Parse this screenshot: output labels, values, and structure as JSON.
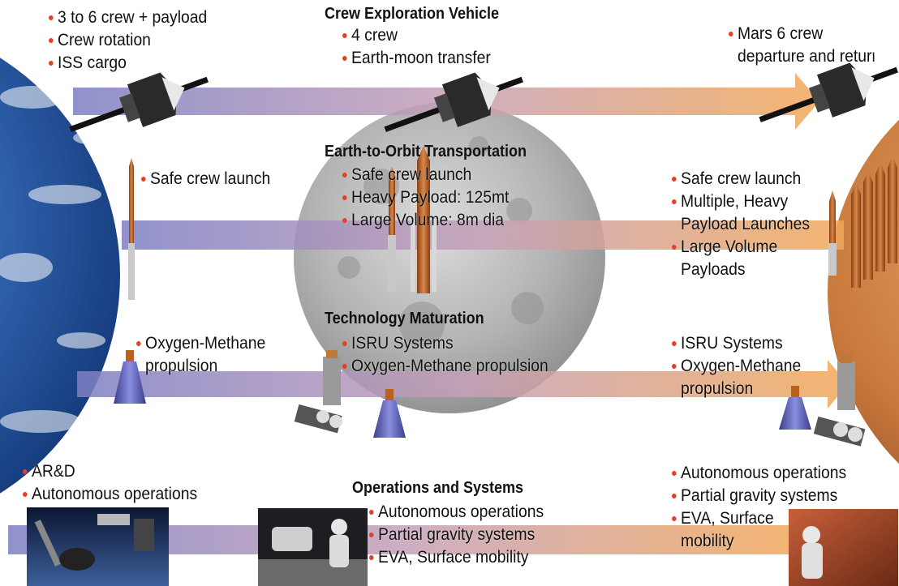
{
  "colors": {
    "arrow_blue": "#7d7fc4",
    "arrow_orange": "#f0a65a",
    "bullet_red": "#e0402a",
    "earth_ocean": "#2f63b3",
    "moon_gray": "#a8a8a8",
    "mars_orange": "#c8783c"
  },
  "icons": [
    "earth-image",
    "moon-image",
    "mars-image",
    "spacecraft-icon",
    "rocket-icon",
    "engine-icon",
    "space-station-photo",
    "astronaut-photo"
  ],
  "sections": {
    "crew_vehicle": {
      "heading": "Crew Exploration Vehicle",
      "earth_items": [
        "3 to 6 crew + payload",
        "Crew rotation",
        "ISS cargo"
      ],
      "moon_items": [
        "4 crew",
        "Earth-moon transfer"
      ],
      "mars_items": [
        "Mars 6 crew",
        "departure and return"
      ]
    },
    "transportation": {
      "heading": "Earth-to-Orbit Transportation",
      "earth_items": [
        "Safe crew launch"
      ],
      "moon_items": [
        "Safe crew launch",
        "Heavy Payload: 125mt",
        "Large Volume: 8m dia"
      ],
      "mars_items": [
        "Safe crew launch",
        "Multiple, Heavy",
        "Payload Launches",
        "Large Volume",
        "Payloads"
      ]
    },
    "technology": {
      "heading": "Technology Maturation",
      "earth_items": [
        "Oxygen-Methane",
        "propulsion"
      ],
      "moon_items": [
        "ISRU Systems",
        "Oxygen-Methane propulsion"
      ],
      "mars_items": [
        "ISRU Systems",
        "Oxygen-Methane",
        "propulsion"
      ]
    },
    "operations": {
      "heading": "Operations and Systems",
      "earth_items": [
        "AR&D",
        "Autonomous operations"
      ],
      "moon_items": [
        "Autonomous operations",
        "Partial gravity systems",
        "EVA, Surface mobility"
      ],
      "mars_items": [
        "Autonomous operations",
        "Partial gravity systems",
        "EVA, Surface",
        "mobility"
      ]
    }
  }
}
